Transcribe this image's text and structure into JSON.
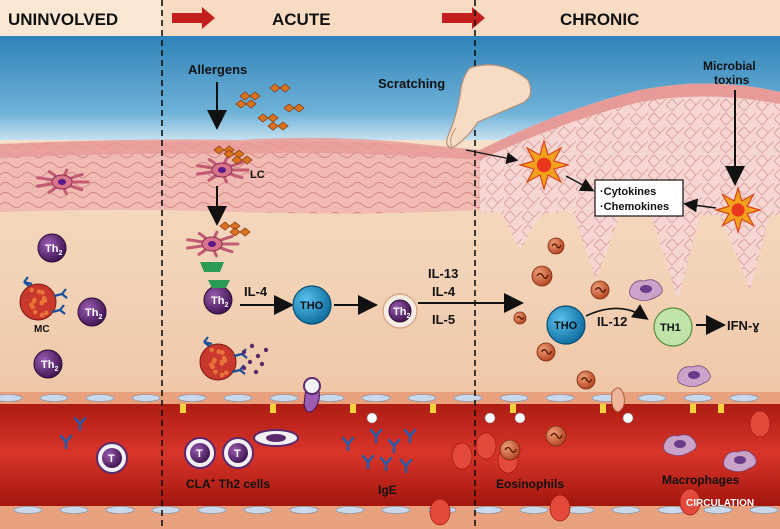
{
  "phases": {
    "uninvolved": "UNINVOLVED",
    "acute": "ACUTE",
    "chronic": "CHRONIC"
  },
  "labels": {
    "allergens": "Allergens",
    "scratching": "Scratching",
    "microbial_toxins_1": "Microbial",
    "microbial_toxins_2": "toxins",
    "lc": "LC",
    "mc": "MC",
    "cytokines": "·Cytokines",
    "chemokines": "·Chemokines",
    "il4_a": "IL-4",
    "il13": "IL-13",
    "il4_b": "IL-4",
    "il5": "IL-5",
    "il12": "IL-12",
    "ifn": "IFN-ɣ",
    "cla_th2": "CLA",
    "cla_plus": "+",
    "cla_rest": " Th2 cells",
    "ige": "IgE",
    "eosinophils": "Eosinophils",
    "macrophages": "Macrophages",
    "circulation": "CIRCULATION"
  },
  "cells": {
    "th2": "Th",
    "th2_sub": "2",
    "tho": "THO",
    "th1": "TH1",
    "t": "T"
  },
  "colors": {
    "header_bg": "#f7dcc3",
    "dermis": "#f4dcc6",
    "epidermis": "#efb8b0",
    "stratum_corneum": "#e8a3a0",
    "sky": "#3c8fc0",
    "vessel": "#cc2a20",
    "arrow_red": "#c41f1f",
    "th2_purple": "#5b2a6e",
    "tho_blue": "#1b8fc6",
    "th1_green": "#bfe3a8",
    "star": "#f2a21c"
  }
}
